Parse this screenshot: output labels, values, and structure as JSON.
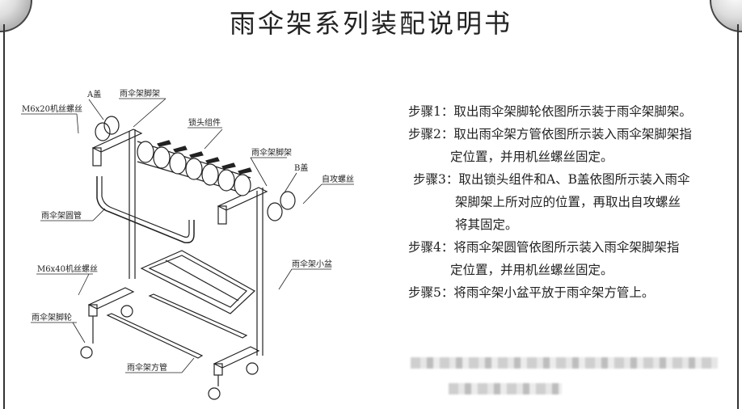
{
  "title": "雨伞架系列装配说明书",
  "labels": {
    "a_cap": "A盖",
    "foot_frame_1": "雨伞架脚架",
    "m6x20": "M6x20机丝螺丝",
    "lock_assembly": "锁头组件",
    "foot_frame_2": "雨伞架脚架",
    "b_cap": "B盖",
    "self_tapping": "自攻螺丝",
    "round_tube": "雨伞架圆管",
    "small_basin": "雨伞架小盆",
    "m6x40": "M6x40机丝螺丝",
    "caster": "雨伞架脚轮",
    "square_tube": "雨伞架方管"
  },
  "steps": [
    {
      "label": "步骤1：",
      "line1": "取出雨伞架脚轮依图所示装于雨伞架脚架。",
      "line2": ""
    },
    {
      "label": "步骤2：",
      "line1": "取出雨伞架方管依图所示装入雨伞架脚架指",
      "line2": "定位置，并用机丝螺丝固定。"
    },
    {
      "label": "步骤3：",
      "line1": "取出锁头组件和A、B盖依图所示装入雨伞",
      "line2": "架脚架上所对应的位置，再取出自攻螺丝",
      "line3": "将其固定。"
    },
    {
      "label": "步骤4：",
      "line1": "将雨伞架圆管依图所示装入雨伞架脚架指",
      "line2": "定位置，并用机丝螺丝固定。"
    },
    {
      "label": "步骤5：",
      "line1": "将雨伞架小盆平放于雨伞架方管上。",
      "line2": ""
    }
  ]
}
